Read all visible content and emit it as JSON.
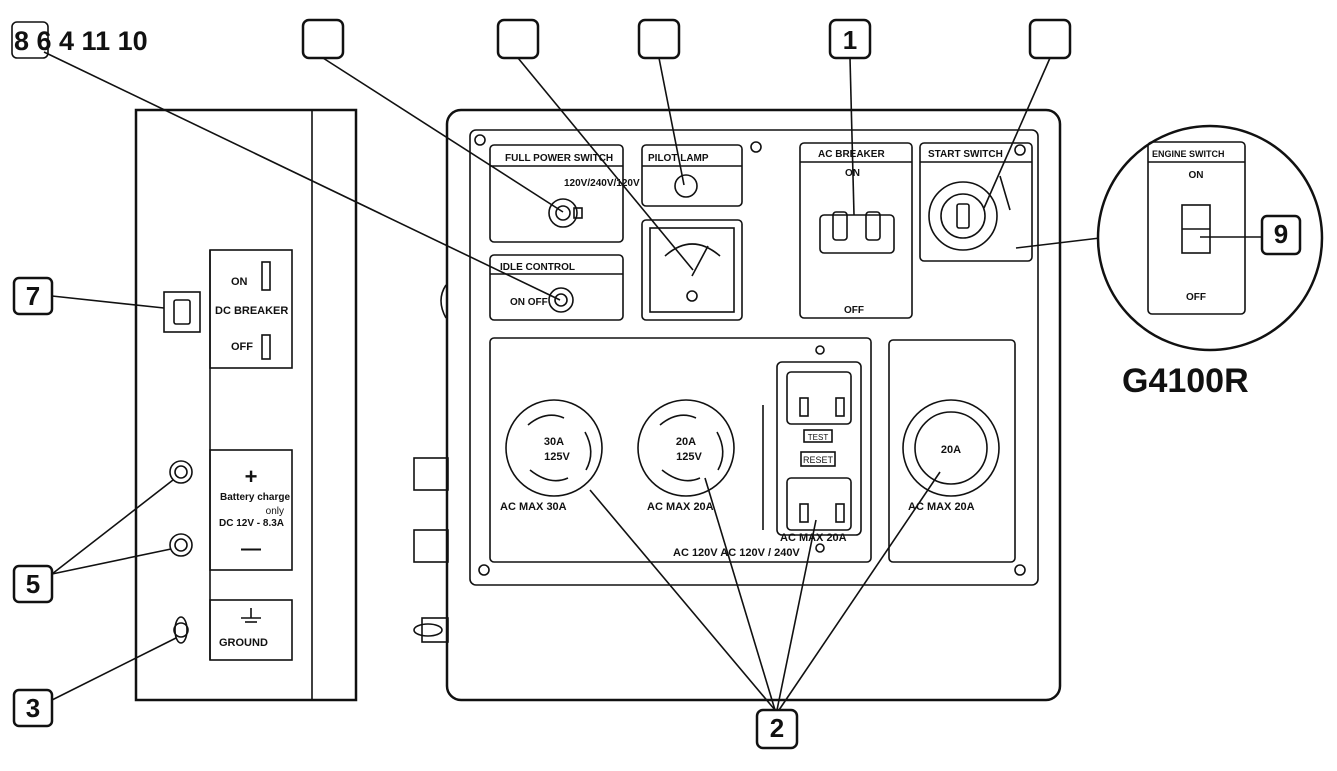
{
  "title_numbers": "8 6 4 11 10",
  "model": "G4100R",
  "callouts": {
    "c1": "1",
    "c2": "2",
    "c3": "3",
    "c5": "5",
    "c7": "7",
    "c8": "8",
    "c9": "9"
  },
  "labels": {
    "full_power_switch": "FULL POWER SWITCH",
    "voltage": "120V/240V/120V",
    "pilot_lamp": "PILOT LAMP",
    "ac_breaker": "AC BREAKER",
    "on": "ON",
    "off": "OFF",
    "start_switch": "START SWITCH",
    "idle_control": "IDLE CONTROL",
    "on_off": "ON OFF",
    "engine_switch": "ENGINE SWITCH",
    "dc_breaker": "DC BREAKER",
    "plus": "+",
    "minus": "—",
    "battery_charge": "Battery charge",
    "only": "only",
    "dc_rating": "DC 12V - 8.3A",
    "ground": "GROUND",
    "r30_a": "30A",
    "r30_b": "125V",
    "r20_a": "20A",
    "r20_b": "125V",
    "r20c": "20A",
    "ac_max_30": "AC MAX 30A",
    "ac_max_20a": "AC MAX 20A",
    "ac_max_20b": "AC MAX 20A",
    "ac_max_20c": "AC MAX 20A",
    "ac_bottom": "AC 120V AC 120V / 240V",
    "test": "TEST",
    "reset": "RESET"
  }
}
